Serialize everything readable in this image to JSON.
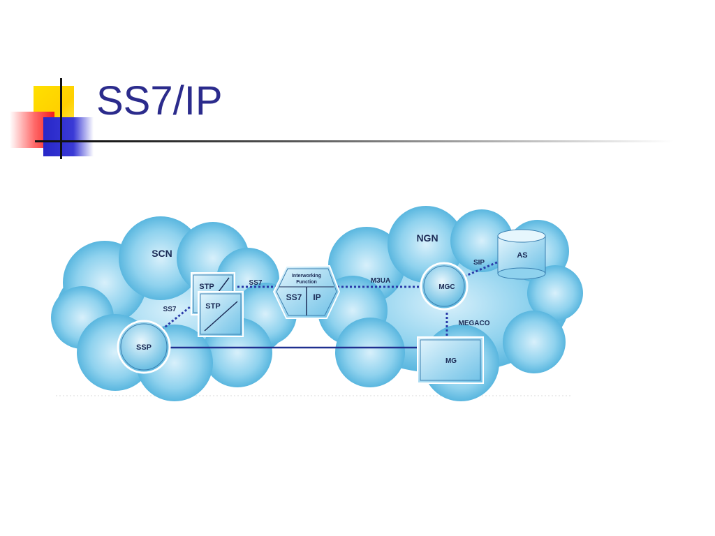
{
  "slide": {
    "title": "SS7/IP"
  },
  "diagram": {
    "scn_label": "SCN",
    "ngn_label": "NGN",
    "stp_label_1": "STP",
    "stp_label_2": "STP",
    "ssp_label": "SSP",
    "iwf_label_line1": "Interworking",
    "iwf_label_line2": "Function",
    "iwf_ss7": "SS7",
    "iwf_ip": "IP",
    "mgc_label": "MGC",
    "as_label": "AS",
    "mg_label": "MG",
    "link_ssp_stp": "SS7",
    "link_stp_iwf": "SS7",
    "link_iwf_mgc": "M3UA",
    "link_mgc_as": "SIP",
    "link_mgc_mg": "MEGACO"
  },
  "colors": {
    "title": "#2b2b8c",
    "cloud": "#6fc3e6",
    "signaling_link": "#2a3aa8",
    "bearer_link": "#1f2f8f"
  }
}
